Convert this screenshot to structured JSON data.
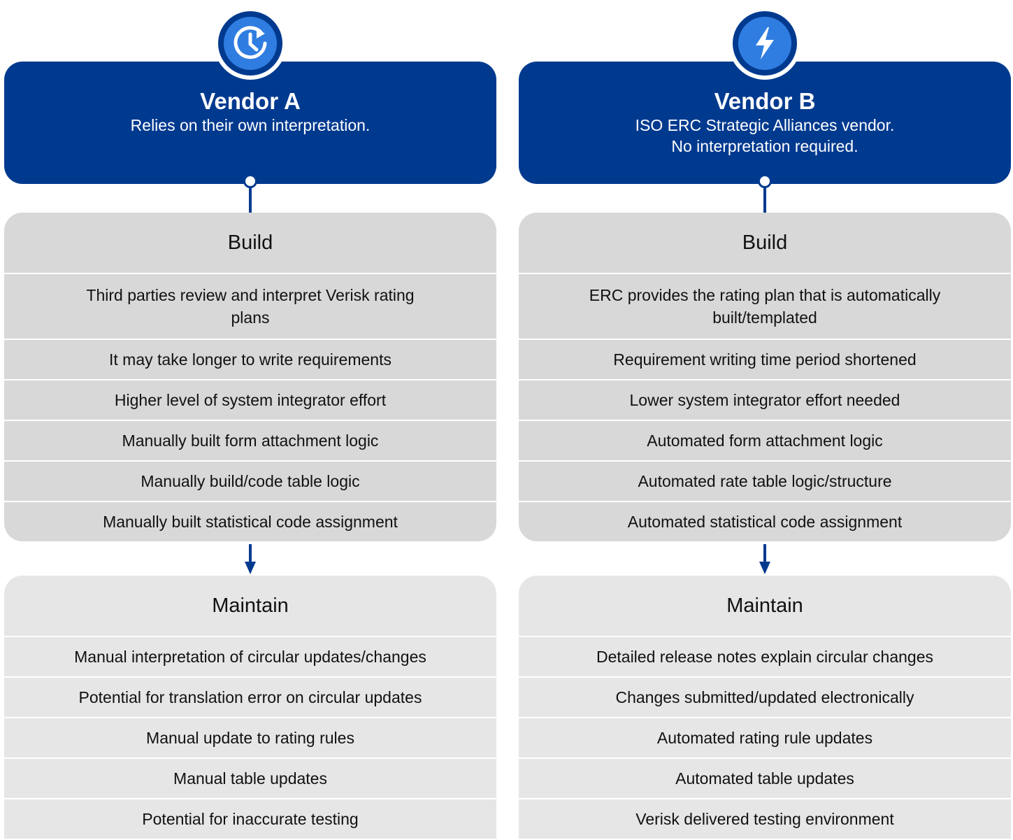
{
  "vendors": [
    {
      "icon": "clock-refresh-icon",
      "title": "Vendor A",
      "subtitle": "Relies on their own interpretation.",
      "build": {
        "title": "Build",
        "items": [
          "Third parties review and interpret Verisk rating plans",
          "It may take longer to write requirements",
          "Higher level of system integrator effort",
          "Manually built form attachment logic",
          "Manually build/code table logic",
          "Manually built statistical code assignment"
        ]
      },
      "maintain": {
        "title": "Maintain",
        "items": [
          "Manual interpretation of circular updates/changes",
          "Potential for translation error on circular updates",
          "Manual update to rating rules",
          "Manual table updates",
          "Potential for inaccurate testing"
        ]
      }
    },
    {
      "icon": "lightning-bolt-icon",
      "title": "Vendor B",
      "subtitle": "ISO ERC Strategic Alliances vendor.\nNo interpretation required.",
      "build": {
        "title": "Build",
        "items": [
          "ERC provides the rating plan that is automatically built/templated",
          "Requirement writing time period shortened",
          "Lower system integrator effort needed",
          "Automated form attachment logic",
          "Automated rate table logic/structure",
          "Automated statistical code assignment"
        ]
      },
      "maintain": {
        "title": "Maintain",
        "items": [
          "Detailed release notes explain circular changes",
          "Changes submitted/updated electronically",
          "Automated rating rule updates",
          "Automated table updates",
          "Verisk delivered testing environment"
        ]
      }
    }
  ],
  "colors": {
    "navy": "#003a8f",
    "icon_blue": "#2f7de1",
    "build_bg": "#d8d8d8",
    "maintain_bg": "#e6e6e7"
  }
}
